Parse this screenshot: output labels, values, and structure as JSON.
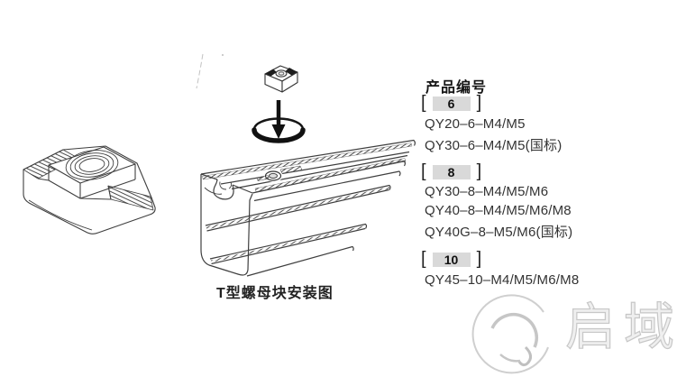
{
  "caption": "T型螺母块安装图",
  "products": {
    "title": "产品编号",
    "bracket_open": "[",
    "bracket_close": "]",
    "groups": [
      {
        "size": "6",
        "items": [
          "QY20–6–M4/M5",
          "QY30–6–M4/M5(国标)"
        ]
      },
      {
        "size": "8",
        "items": [
          "QY30–8–M4/M5/M6",
          "QY40–8–M4/M5/M6/M8",
          "QY40G–8–M5/M6(国标)"
        ]
      },
      {
        "size": "10",
        "items": [
          "QY45–10–M4/M5/M6/M8"
        ]
      }
    ]
  },
  "watermark": {
    "text": "启域"
  },
  "colors": {
    "ink": "#2e2e2e",
    "line_art": "#3f3f3f",
    "size_box_bg": "#d9d9d9",
    "watermark_stroke": "#c7c7c7"
  }
}
